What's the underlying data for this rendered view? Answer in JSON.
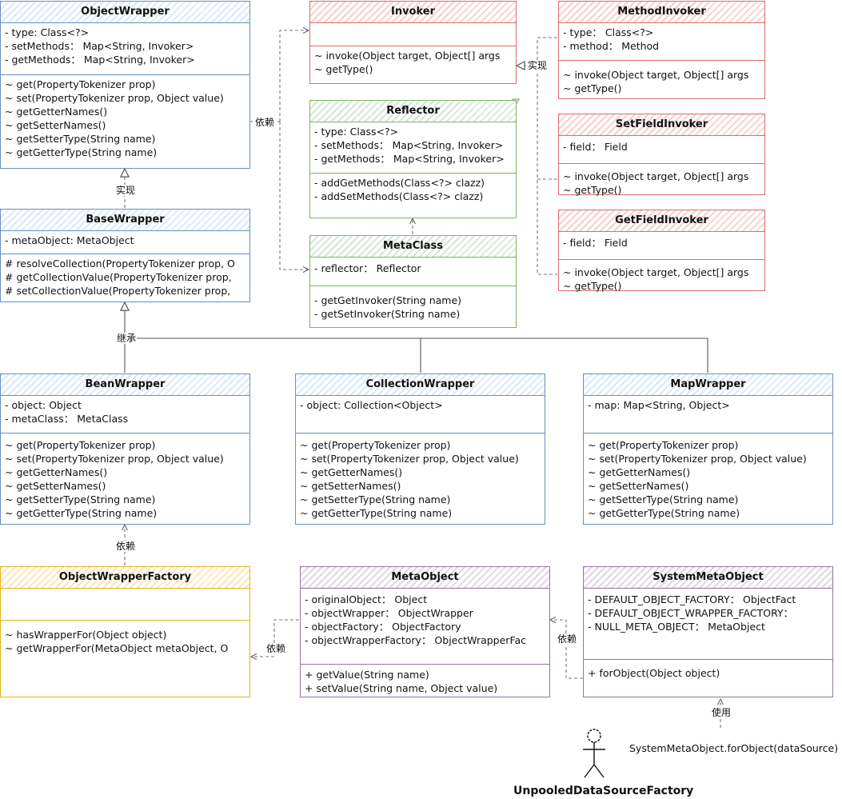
{
  "classes": {
    "objectWrapper": {
      "name": "ObjectWrapper",
      "attrs": [
        "- type: Class<?>",
        "- setMethods： Map<String, Invoker>",
        "- getMethods： Map<String, Invoker>"
      ],
      "methods": [
        "~ get(PropertyTokenizer prop)",
        "~ set(PropertyTokenizer prop, Object value)",
        "~ getGetterNames()",
        "~ getSetterNames()",
        "~ getSetterType(String name)",
        "~ getGetterType(String name)"
      ]
    },
    "baseWrapper": {
      "name": "BaseWrapper",
      "attrs": [
        "- metaObject: MetaObject"
      ],
      "methods": [
        "# resolveCollection(PropertyTokenizer prop, O",
        "# getCollectionValue(PropertyTokenizer prop,",
        "# setCollectionValue(PropertyTokenizer prop,"
      ]
    },
    "invoker": {
      "name": "Invoker",
      "attrs": [],
      "methods": [
        "~ invoke(Object target, Object[] args",
        "~ getType()"
      ]
    },
    "reflector": {
      "name": "Reflector",
      "attrs": [
        "- type: Class<?>",
        "- setMethods： Map<String, Invoker>",
        "- getMethods： Map<String, Invoker>"
      ],
      "methods": [
        "- addGetMethods(Class<?> clazz)",
        "- addSetMethods(Class<?> clazz)"
      ]
    },
    "metaClass": {
      "name": "MetaClass",
      "attrs": [
        "- reflector： Reflector"
      ],
      "methods": [
        "- getGetInvoker(String name)",
        "- getSetInvoker(String name)"
      ]
    },
    "methodInvoker": {
      "name": "MethodInvoker",
      "attrs": [
        "- type： Class<?>",
        "- method： Method"
      ],
      "methods": [
        "~ invoke(Object target, Object[] args",
        "~ getType()"
      ]
    },
    "setFieldInvoker": {
      "name": "SetFieldInvoker",
      "attrs": [
        "- field： Field"
      ],
      "methods": [
        "~ invoke(Object target, Object[] args",
        "~ getType()"
      ]
    },
    "getFieldInvoker": {
      "name": "GetFieldInvoker",
      "attrs": [
        "- field： Field"
      ],
      "methods": [
        "~ invoke(Object target, Object[] args",
        "~ getType()"
      ]
    },
    "beanWrapper": {
      "name": "BeanWrapper",
      "attrs": [
        "- object: Object",
        "- metaClass： MetaClass"
      ],
      "methods": [
        "~ get(PropertyTokenizer prop)",
        "~ set(PropertyTokenizer prop, Object value)",
        "~ getGetterNames()",
        "~ getSetterNames()",
        "~ getSetterType(String name)",
        "~ getGetterType(String name)"
      ]
    },
    "collectionWrapper": {
      "name": "CollectionWrapper",
      "attrs": [
        "- object: Collection<Object>"
      ],
      "methods": [
        "~ get(PropertyTokenizer prop)",
        "~ set(PropertyTokenizer prop, Object value)",
        "~ getGetterNames()",
        "~ getSetterNames()",
        "~ getSetterType(String name)",
        "~ getGetterType(String name)"
      ]
    },
    "mapWrapper": {
      "name": "MapWrapper",
      "attrs": [
        "- map: Map<String, Object>"
      ],
      "methods": [
        "~ get(PropertyTokenizer prop)",
        "~ set(PropertyTokenizer prop, Object value)",
        "~ getGetterNames()",
        "~ getSetterNames()",
        "~ getSetterType(String name)",
        "~ getGetterType(String name)"
      ]
    },
    "objectWrapperFactory": {
      "name": "ObjectWrapperFactory",
      "attrs": [],
      "methods": [
        "~ hasWrapperFor(Object object)",
        "~ getWrapperFor(MetaObject metaObject, O"
      ]
    },
    "metaObject": {
      "name": "MetaObject",
      "attrs": [
        "- originalObject： Object",
        "- objectWrapper： ObjectWrapper",
        "- objectFactory： ObjectFactory",
        "- objectWrapperFactory： ObjectWrapperFac"
      ],
      "methods": [
        "+ getValue(String name)",
        "+ setValue(String name, Object value)"
      ]
    },
    "systemMetaObject": {
      "name": "SystemMetaObject",
      "attrs": [
        "- DEFAULT_OBJECT_FACTORY： ObjectFact",
        "- DEFAULT_OBJECT_WRAPPER_FACTORY：",
        "- NULL_META_OBJECT： MetaObject"
      ],
      "methods": [
        "+ forObject(Object object)"
      ]
    }
  },
  "edge_labels": {
    "implements_base": "实现",
    "depends_reflect": "依赖",
    "implements_invoker": "实现",
    "inherits": "继承",
    "depends_factory": "依赖",
    "depends_meta_factory": "依赖",
    "depends_system": "依赖",
    "uses": "使用"
  },
  "note": "SystemMetaObject.forObject(dataSource)",
  "actor": "UnpooledDataSourceFactory"
}
